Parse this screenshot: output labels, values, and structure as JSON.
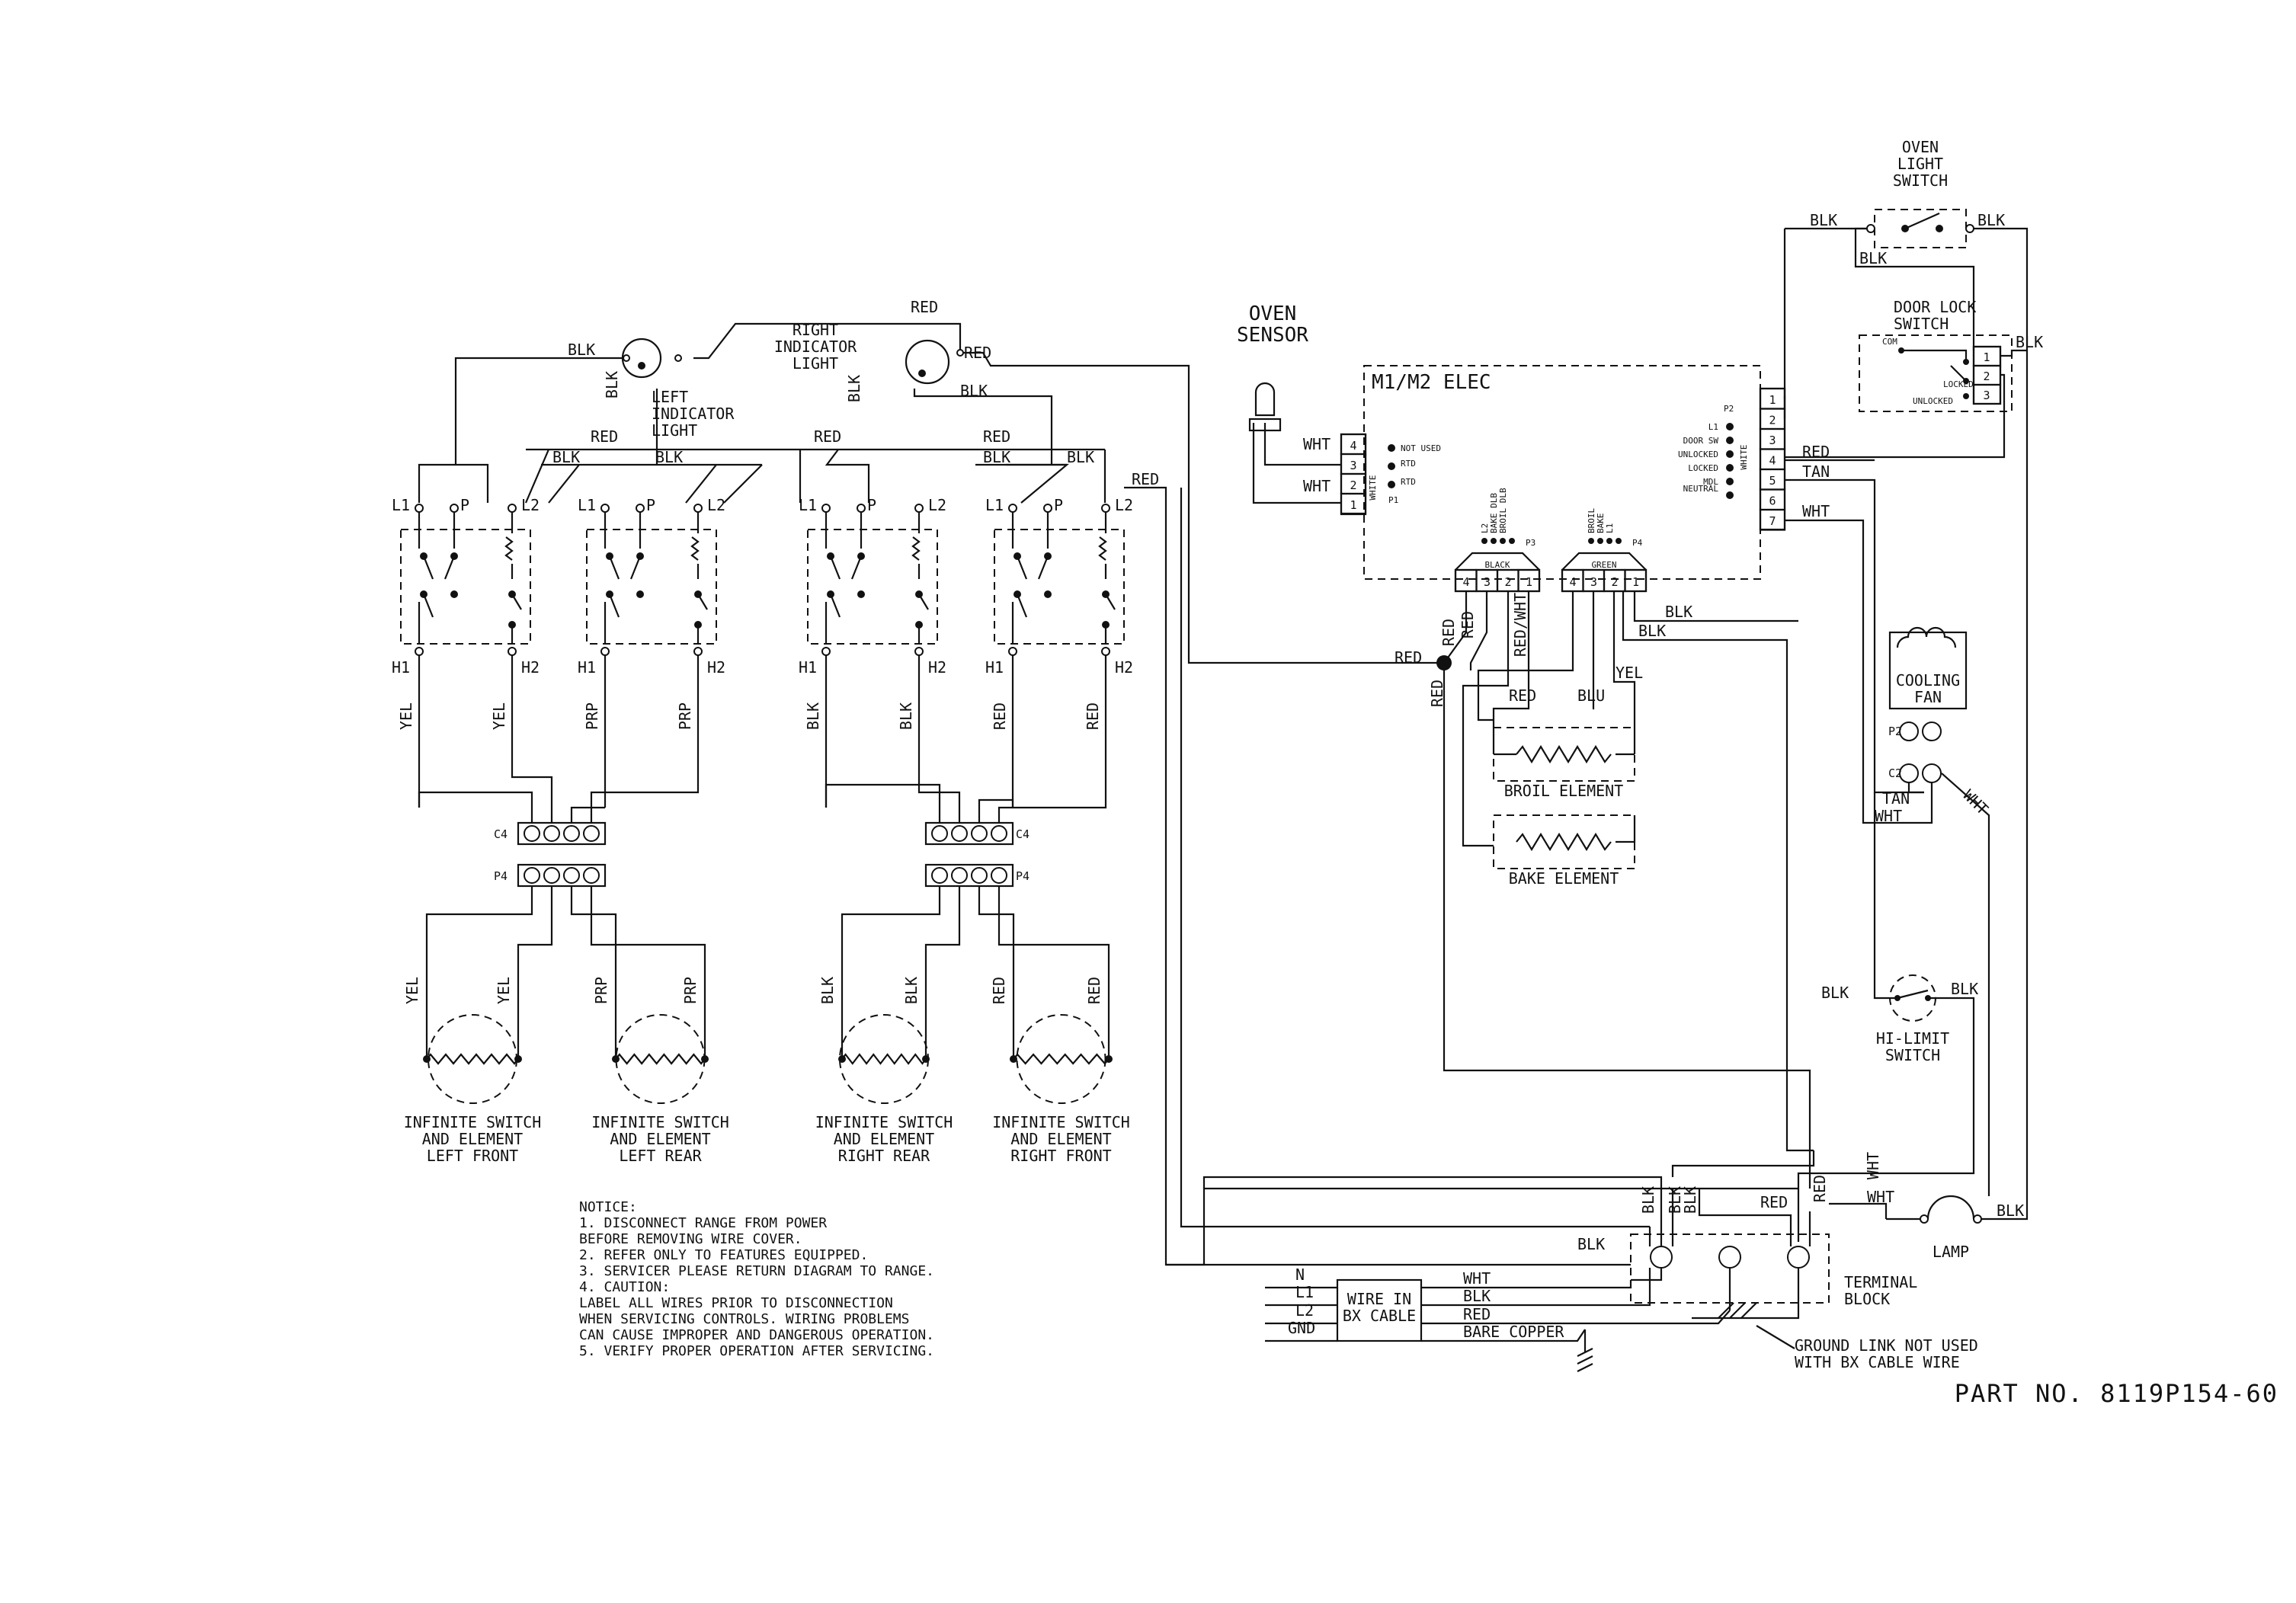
{
  "title": "M1/M2 ELEC",
  "part_no": "PART NO. 8119P154-60",
  "components": {
    "oven_sensor": "OVEN\nSENSOR",
    "oven_light_switch": "OVEN\nLIGHT\nSWITCH",
    "door_lock_switch": "DOOR LOCK\nSWITCH",
    "left_indicator_light": "LEFT\nINDICATOR\nLIGHT",
    "right_indicator_light": "RIGHT\nINDICATOR\nLIGHT",
    "cooling_fan": "COOLING\nFAN",
    "hi_limit_switch": "HI-LIMIT\nSWITCH",
    "lamp": "LAMP",
    "terminal_block": "TERMINAL\nBLOCK",
    "broil_element": "BROIL ELEMENT",
    "bake_element": "BAKE ELEMENT",
    "wire_in_bx_cable": "WIRE IN\nBX CABLE",
    "ground_link_note": "GROUND LINK NOT USED\nWITH BX CABLE WIRE"
  },
  "elements": [
    {
      "id": "lf",
      "label": "INFINITE SWITCH\nAND ELEMENT\nLEFT FRONT",
      "wire1": "YEL",
      "wire2": "YEL"
    },
    {
      "id": "lr",
      "label": "INFINITE SWITCH\nAND ELEMENT\nLEFT REAR",
      "wire1": "PRP",
      "wire2": "PRP"
    },
    {
      "id": "rr",
      "label": "INFINITE SWITCH\nAND ELEMENT\nRIGHT REAR",
      "wire1": "BLK",
      "wire2": "BLK"
    },
    {
      "id": "rf",
      "label": "INFINITE SWITCH\nAND ELEMENT\nRIGHT FRONT",
      "wire1": "RED",
      "wire2": "RED"
    }
  ],
  "switch_terminals": {
    "l1": "L1",
    "p": "P",
    "l2": "L2",
    "h1": "H1",
    "h2": "H2"
  },
  "connectors": {
    "c4": "C4",
    "p4": "P4",
    "p1": "P1",
    "p2": "P2",
    "p3": "P3",
    "c2": "C2",
    "black": "BLACK",
    "green": "GREEN",
    "white": "WHITE",
    "pins": [
      "1",
      "2",
      "3",
      "4",
      "5",
      "6",
      "7"
    ],
    "p1_labels": [
      "NOT USED",
      "RTD",
      "RTD"
    ],
    "p2_labels": [
      "L1",
      "DOOR SW",
      "UNLOCKED",
      "LOCKED",
      "MDL",
      "NEUTRAL"
    ],
    "p3_labels": [
      "L2",
      "BAKE DLB",
      "BROIL DLB"
    ],
    "p4_labels": [
      "BROIL",
      "BAKE",
      "L1"
    ],
    "door_lock_labels": [
      "COM",
      "LOCKED",
      "UNLOCKED"
    ]
  },
  "wires": {
    "blk": "BLK",
    "red": "RED",
    "wht": "WHT",
    "tan": "TAN",
    "yel": "YEL",
    "blu": "BLU",
    "red_wht": "RED/WHT",
    "prp": "PRP",
    "bare_copper": "BARE COPPER"
  },
  "supply": [
    "N",
    "L1",
    "L2",
    "GND"
  ],
  "notice": [
    "NOTICE:",
    "1. DISCONNECT RANGE FROM POWER",
    "   BEFORE REMOVING WIRE COVER.",
    "2. REFER ONLY TO FEATURES EQUIPPED.",
    "3. SERVICER PLEASE RETURN DIAGRAM TO RANGE.",
    "4. CAUTION:",
    "   LABEL ALL WIRES PRIOR TO DISCONNECTION",
    "   WHEN SERVICING CONTROLS. WIRING PROBLEMS",
    "   CAN CAUSE IMPROPER AND DANGEROUS OPERATION.",
    "5. VERIFY PROPER OPERATION AFTER SERVICING."
  ]
}
